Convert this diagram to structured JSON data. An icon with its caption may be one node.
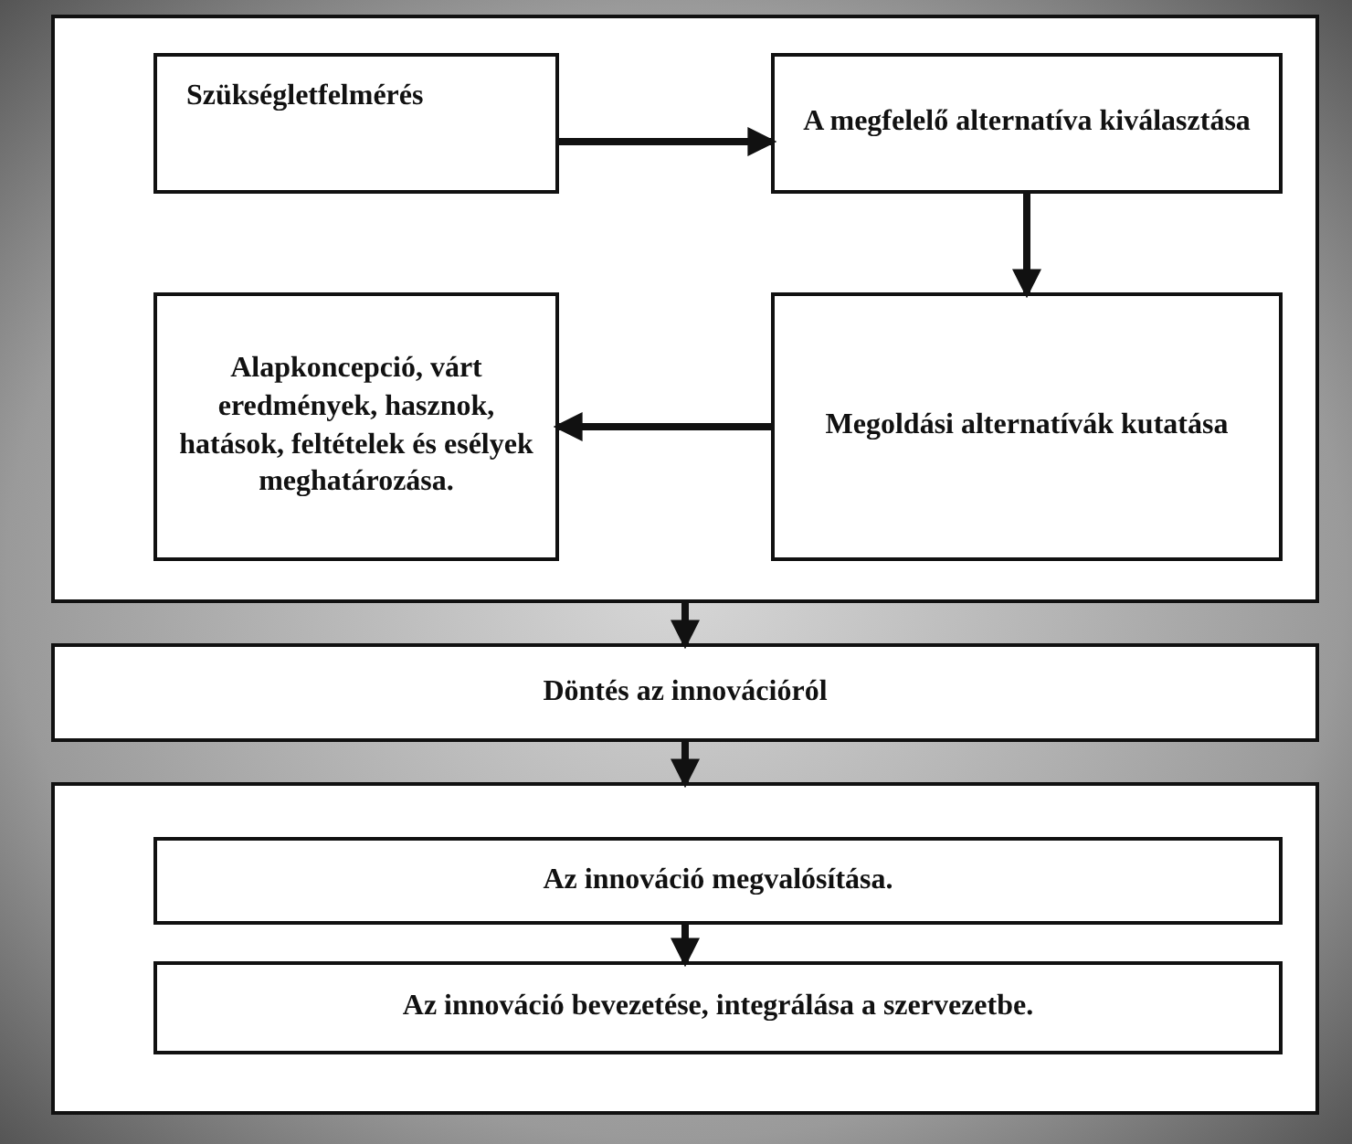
{
  "diagram": {
    "nodes": [
      {
        "text": [],
        "shape": "box"
      },
      {
        "text": [
          "Szükségletfelmérés"
        ],
        "in": 0
      },
      {
        "text": [
          "A megfelelő alternatíva kiválasztása"
        ],
        "in": 0
      },
      {
        "text": [
          "Alapkoncepció, várt eredmények, hasznok, hatások, feltételek és esélyek meghatározása."
        ],
        "in": 0
      },
      {
        "text": [
          "Megoldási alternatívák kutatása"
        ],
        "in": 0
      },
      {
        "text": [
          "Döntés az innovációról"
        ]
      },
      {
        "text": [],
        "shape": "box"
      },
      {
        "text": [
          "Az innováció megvalósítása."
        ],
        "in": 6
      },
      {
        "text": [
          "Az innováció bevezetése, integrálása a szervezetbe."
        ],
        "in": 6
      }
    ],
    "edges": [
      {
        "from": 1,
        "to": 2,
        "arrow": "to"
      },
      {
        "from": 2,
        "to": 4,
        "arrow": "to"
      },
      {
        "from": 4,
        "to": 3,
        "arrow": "to"
      },
      {
        "from": 0,
        "to": 5,
        "arrow": "to"
      },
      {
        "from": 5,
        "to": 6,
        "arrow": "to"
      },
      {
        "from": 7,
        "to": 8,
        "arrow": "to"
      }
    ]
  }
}
